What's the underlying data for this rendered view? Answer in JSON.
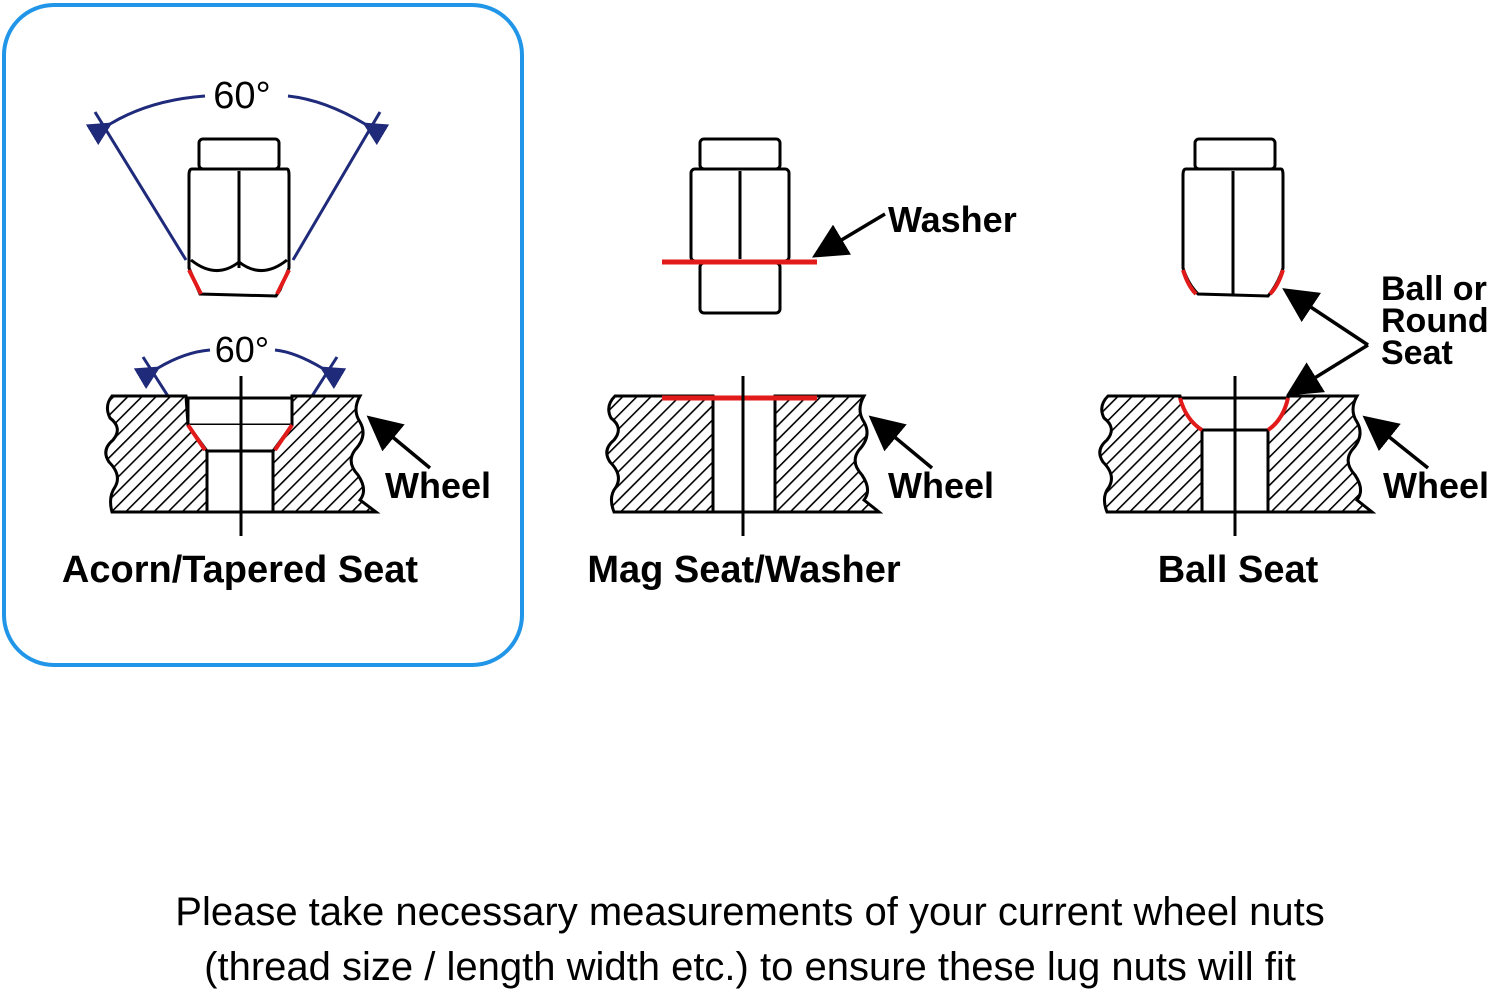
{
  "colors": {
    "highlight_border": "#2196e8",
    "angle_lines": "#1f2a7a",
    "seat_red": "#e21a1a",
    "ink": "#000000"
  },
  "panels": [
    {
      "id": "acorn",
      "title": "Acorn/Tapered Seat",
      "angle_top": "60°",
      "angle_bottom": "60°",
      "wheel_label": "Wheel",
      "highlighted": true
    },
    {
      "id": "mag",
      "title": "Mag Seat/Washer",
      "part_label": "Washer",
      "wheel_label": "Wheel"
    },
    {
      "id": "ball",
      "title": "Ball Seat",
      "seat_label_lines": [
        "Ball or",
        "Round",
        "Seat"
      ],
      "wheel_label": "Wheel"
    }
  ],
  "footer": {
    "line1": "Please take necessary measurements of your current wheel nuts",
    "line2": "(thread size / length width etc.) to ensure these lug nuts will fit"
  }
}
